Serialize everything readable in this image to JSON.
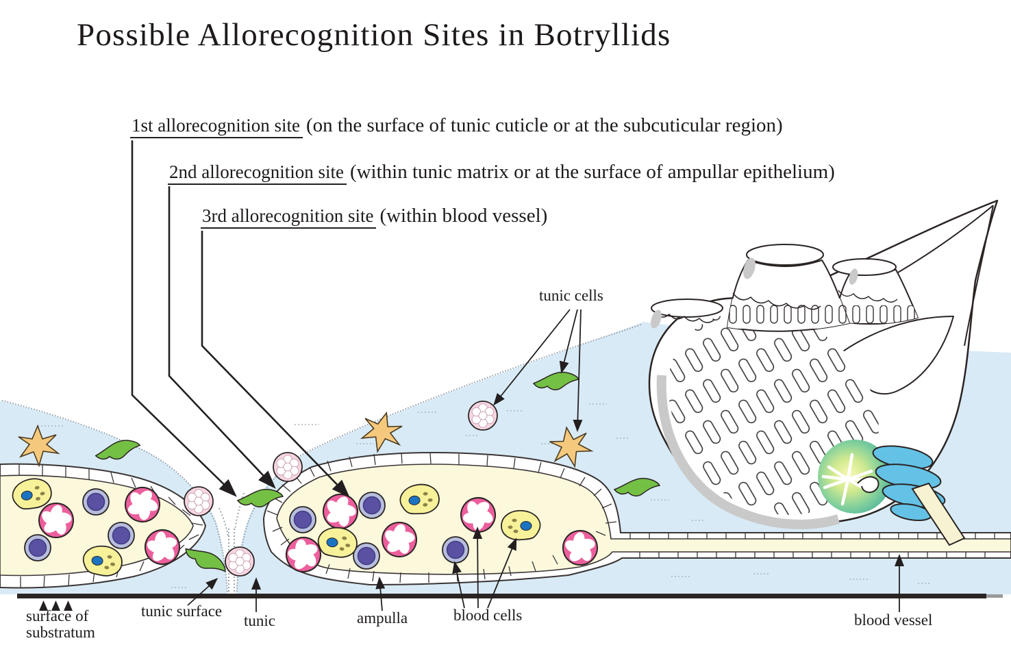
{
  "title": "Possible Allorecognition Sites in Botryllids",
  "sites": [
    {
      "name": "1st allorecognition site",
      "description": "(on the surface of tunic cuticle or at the subcuticular region)"
    },
    {
      "name": "2nd allorecognition site",
      "description": "(within tunic matrix or at the surface of ampullar epithelium)"
    },
    {
      "name": "3rd allorecognition site",
      "description": "(within blood vessel)"
    }
  ],
  "labels": {
    "tunic_cells": "tunic cells",
    "surface_of_substratum": "surface of substratum",
    "tunic_surface": "tunic surface",
    "tunic": "tunic",
    "ampulla": "ampulla",
    "blood_cells": "blood cells",
    "blood_vessel": "blood vessel"
  },
  "colors": {
    "tunic_blue": "#d8eaf5",
    "ampulla_cream": "#fbf8dc",
    "outline_dark": "#2a2423",
    "morula_pink": "#ec5f9c",
    "morula_pale_pink": "#f7d6e2",
    "blood_cell_purple": "#5a51a3",
    "blood_cell_ring": "#b7bedd",
    "amoebocyte_yellow": "#f7f29a",
    "nucleus_blue": "#1c73c2",
    "tunic_cell_green": "#74c044",
    "tunic_cell_orange": "#f5c97d",
    "gut_blue": "#64c2e6",
    "organ_green": "#4db39b",
    "gray_band": "#c9c9c9"
  }
}
